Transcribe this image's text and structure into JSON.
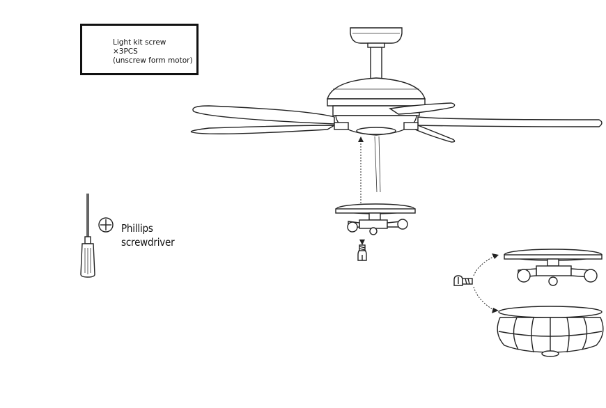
{
  "parts_box": {
    "name": "Light kit screw",
    "quantity": "×3PCS",
    "note": "(unscrew form motor)"
  },
  "tool": {
    "line1": "Phillips",
    "line2": "screwdriver"
  }
}
